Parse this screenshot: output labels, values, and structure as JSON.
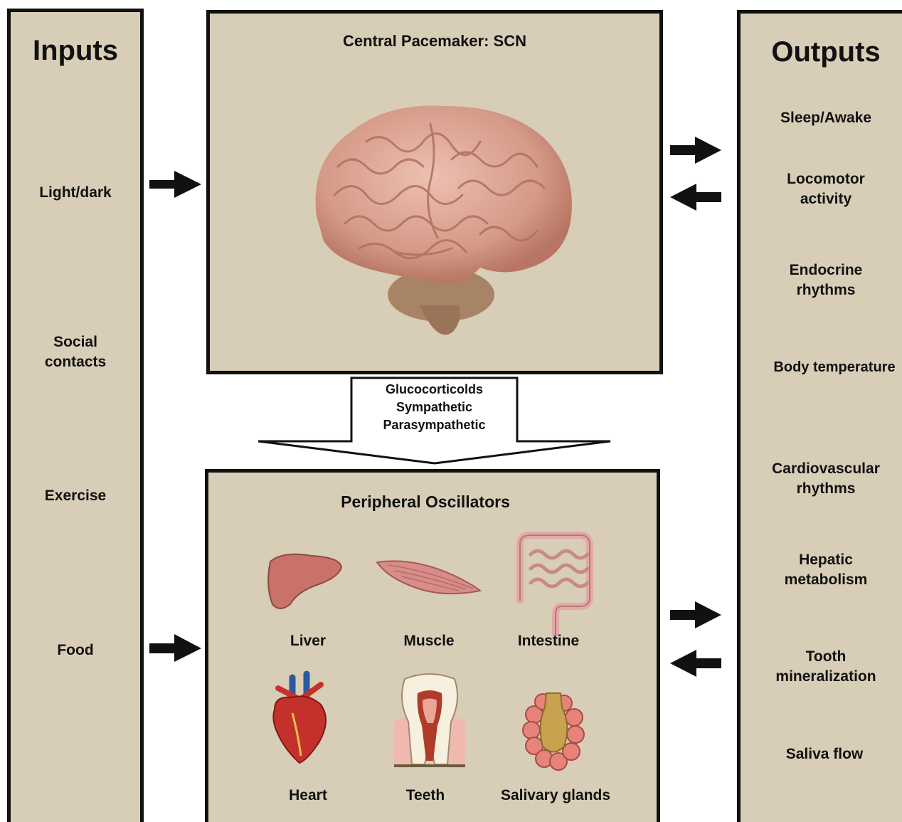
{
  "inputs": {
    "title": "Inputs",
    "items": [
      "Light/dark",
      "Social\ncontacts",
      "Exercise",
      "Food"
    ]
  },
  "outputs": {
    "title": "Outputs",
    "items": [
      "Sleep/Awake",
      "Locomotor\nactivity",
      "Endocrine\nrhythms",
      "Body temperature",
      "Cardiovascular\nrhythms",
      "Hepatic\nmetabolism",
      "Tooth\nmineralization",
      "Saliva flow"
    ]
  },
  "central": {
    "title": "Central Pacemaker: SCN",
    "image": "brain-illustration"
  },
  "signals": {
    "lines": [
      "Glucocorticolds",
      "Sympathetic",
      "Parasympathetic"
    ]
  },
  "peripheral": {
    "title": "Peripheral Oscillators",
    "organs": [
      {
        "label": "Liver",
        "icon": "liver-icon"
      },
      {
        "label": "Muscle",
        "icon": "muscle-icon"
      },
      {
        "label": "Intestine",
        "icon": "intestine-icon"
      },
      {
        "label": "Heart",
        "icon": "heart-icon"
      },
      {
        "label": "Teeth",
        "icon": "tooth-icon"
      },
      {
        "label": "Salivary glands",
        "icon": "salivary-gland-icon"
      }
    ]
  },
  "colors": {
    "panel_fill": "#d8cdb6",
    "border": "#111111",
    "brain": "#d9a08f"
  }
}
